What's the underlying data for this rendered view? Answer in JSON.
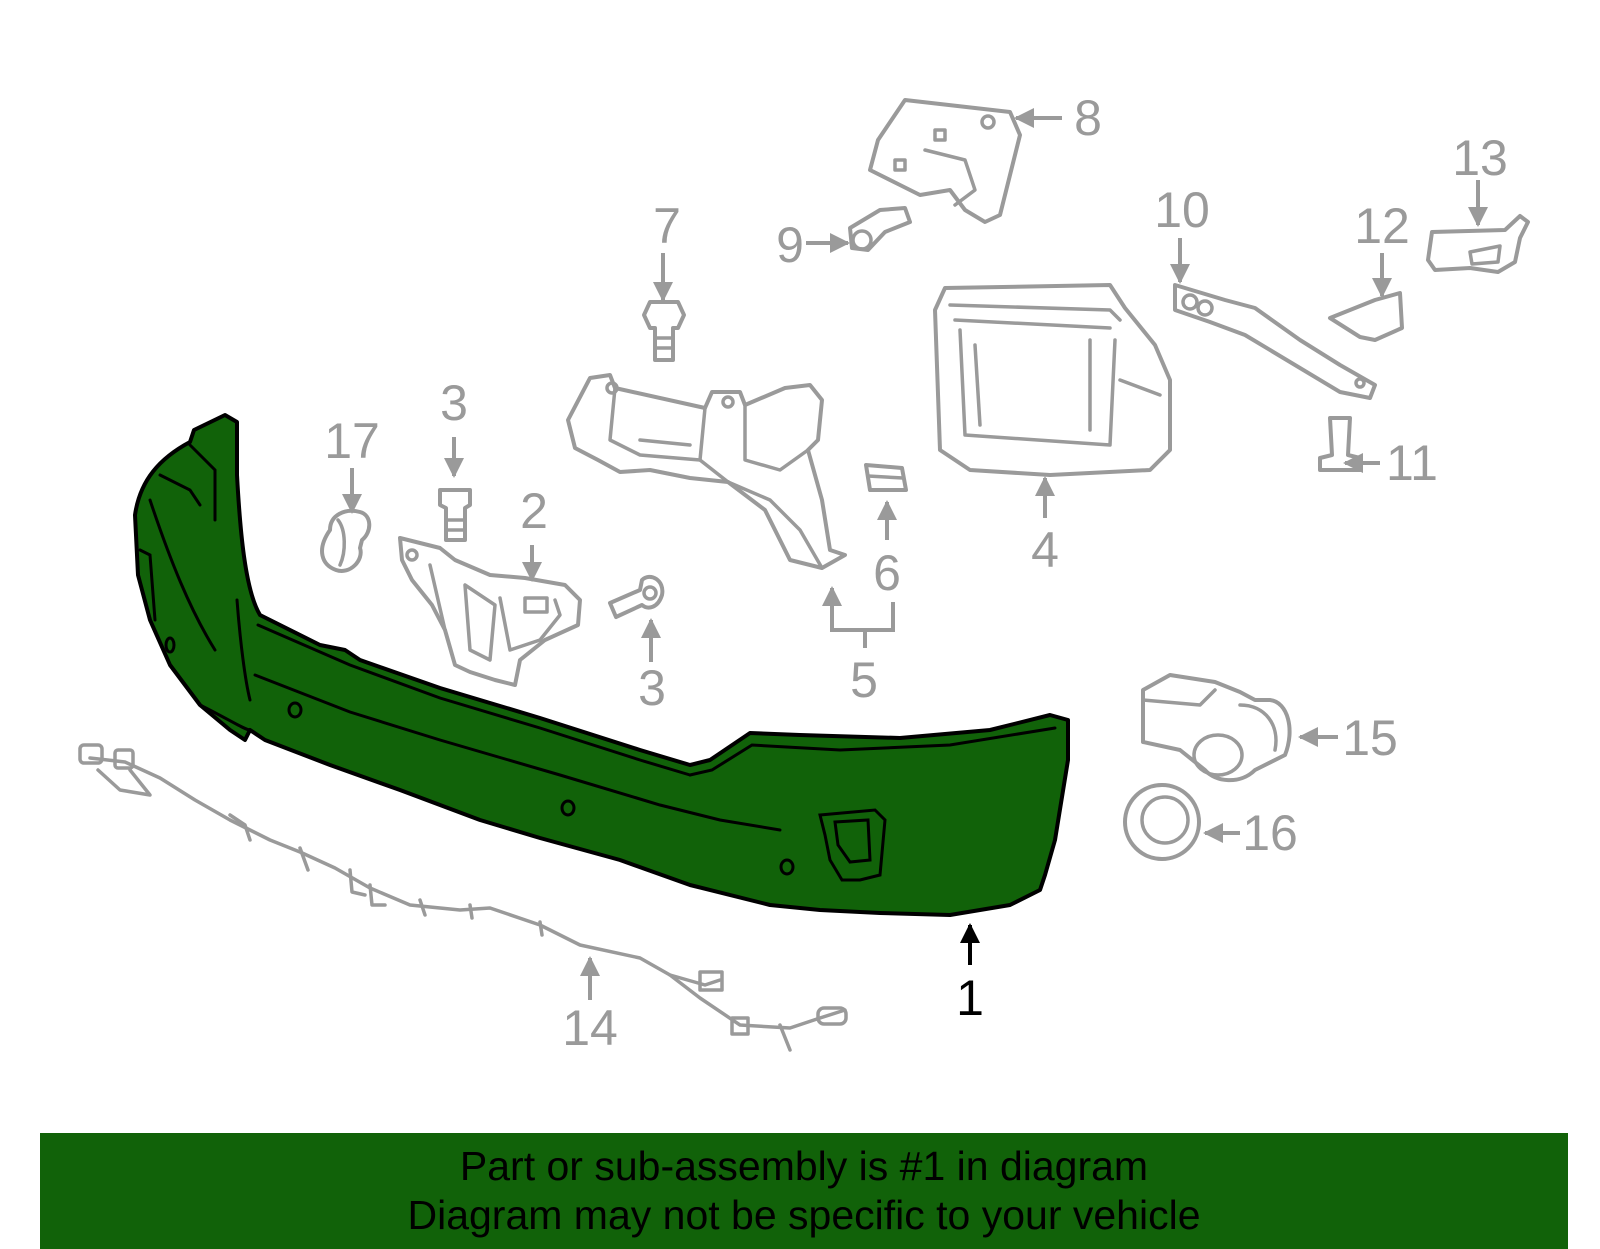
{
  "colors": {
    "highlight": "#116209",
    "part_outline": "#9a9a9a",
    "banner_background": "#116209",
    "banner_text": "#000000"
  },
  "diagram": {
    "callouts": {
      "c1": "1",
      "c2": "2",
      "c3a": "3",
      "c3b": "3",
      "c4": "4",
      "c5": "5",
      "c6": "6",
      "c7": "7",
      "c8": "8",
      "c9": "9",
      "c10": "10",
      "c11": "11",
      "c12": "12",
      "c13": "13",
      "c14": "14",
      "c15": "15",
      "c16": "16",
      "c17": "17"
    }
  },
  "banner": {
    "line1": "Part or sub-assembly is #1 in diagram",
    "line2": "Diagram may not be specific to your vehicle"
  }
}
